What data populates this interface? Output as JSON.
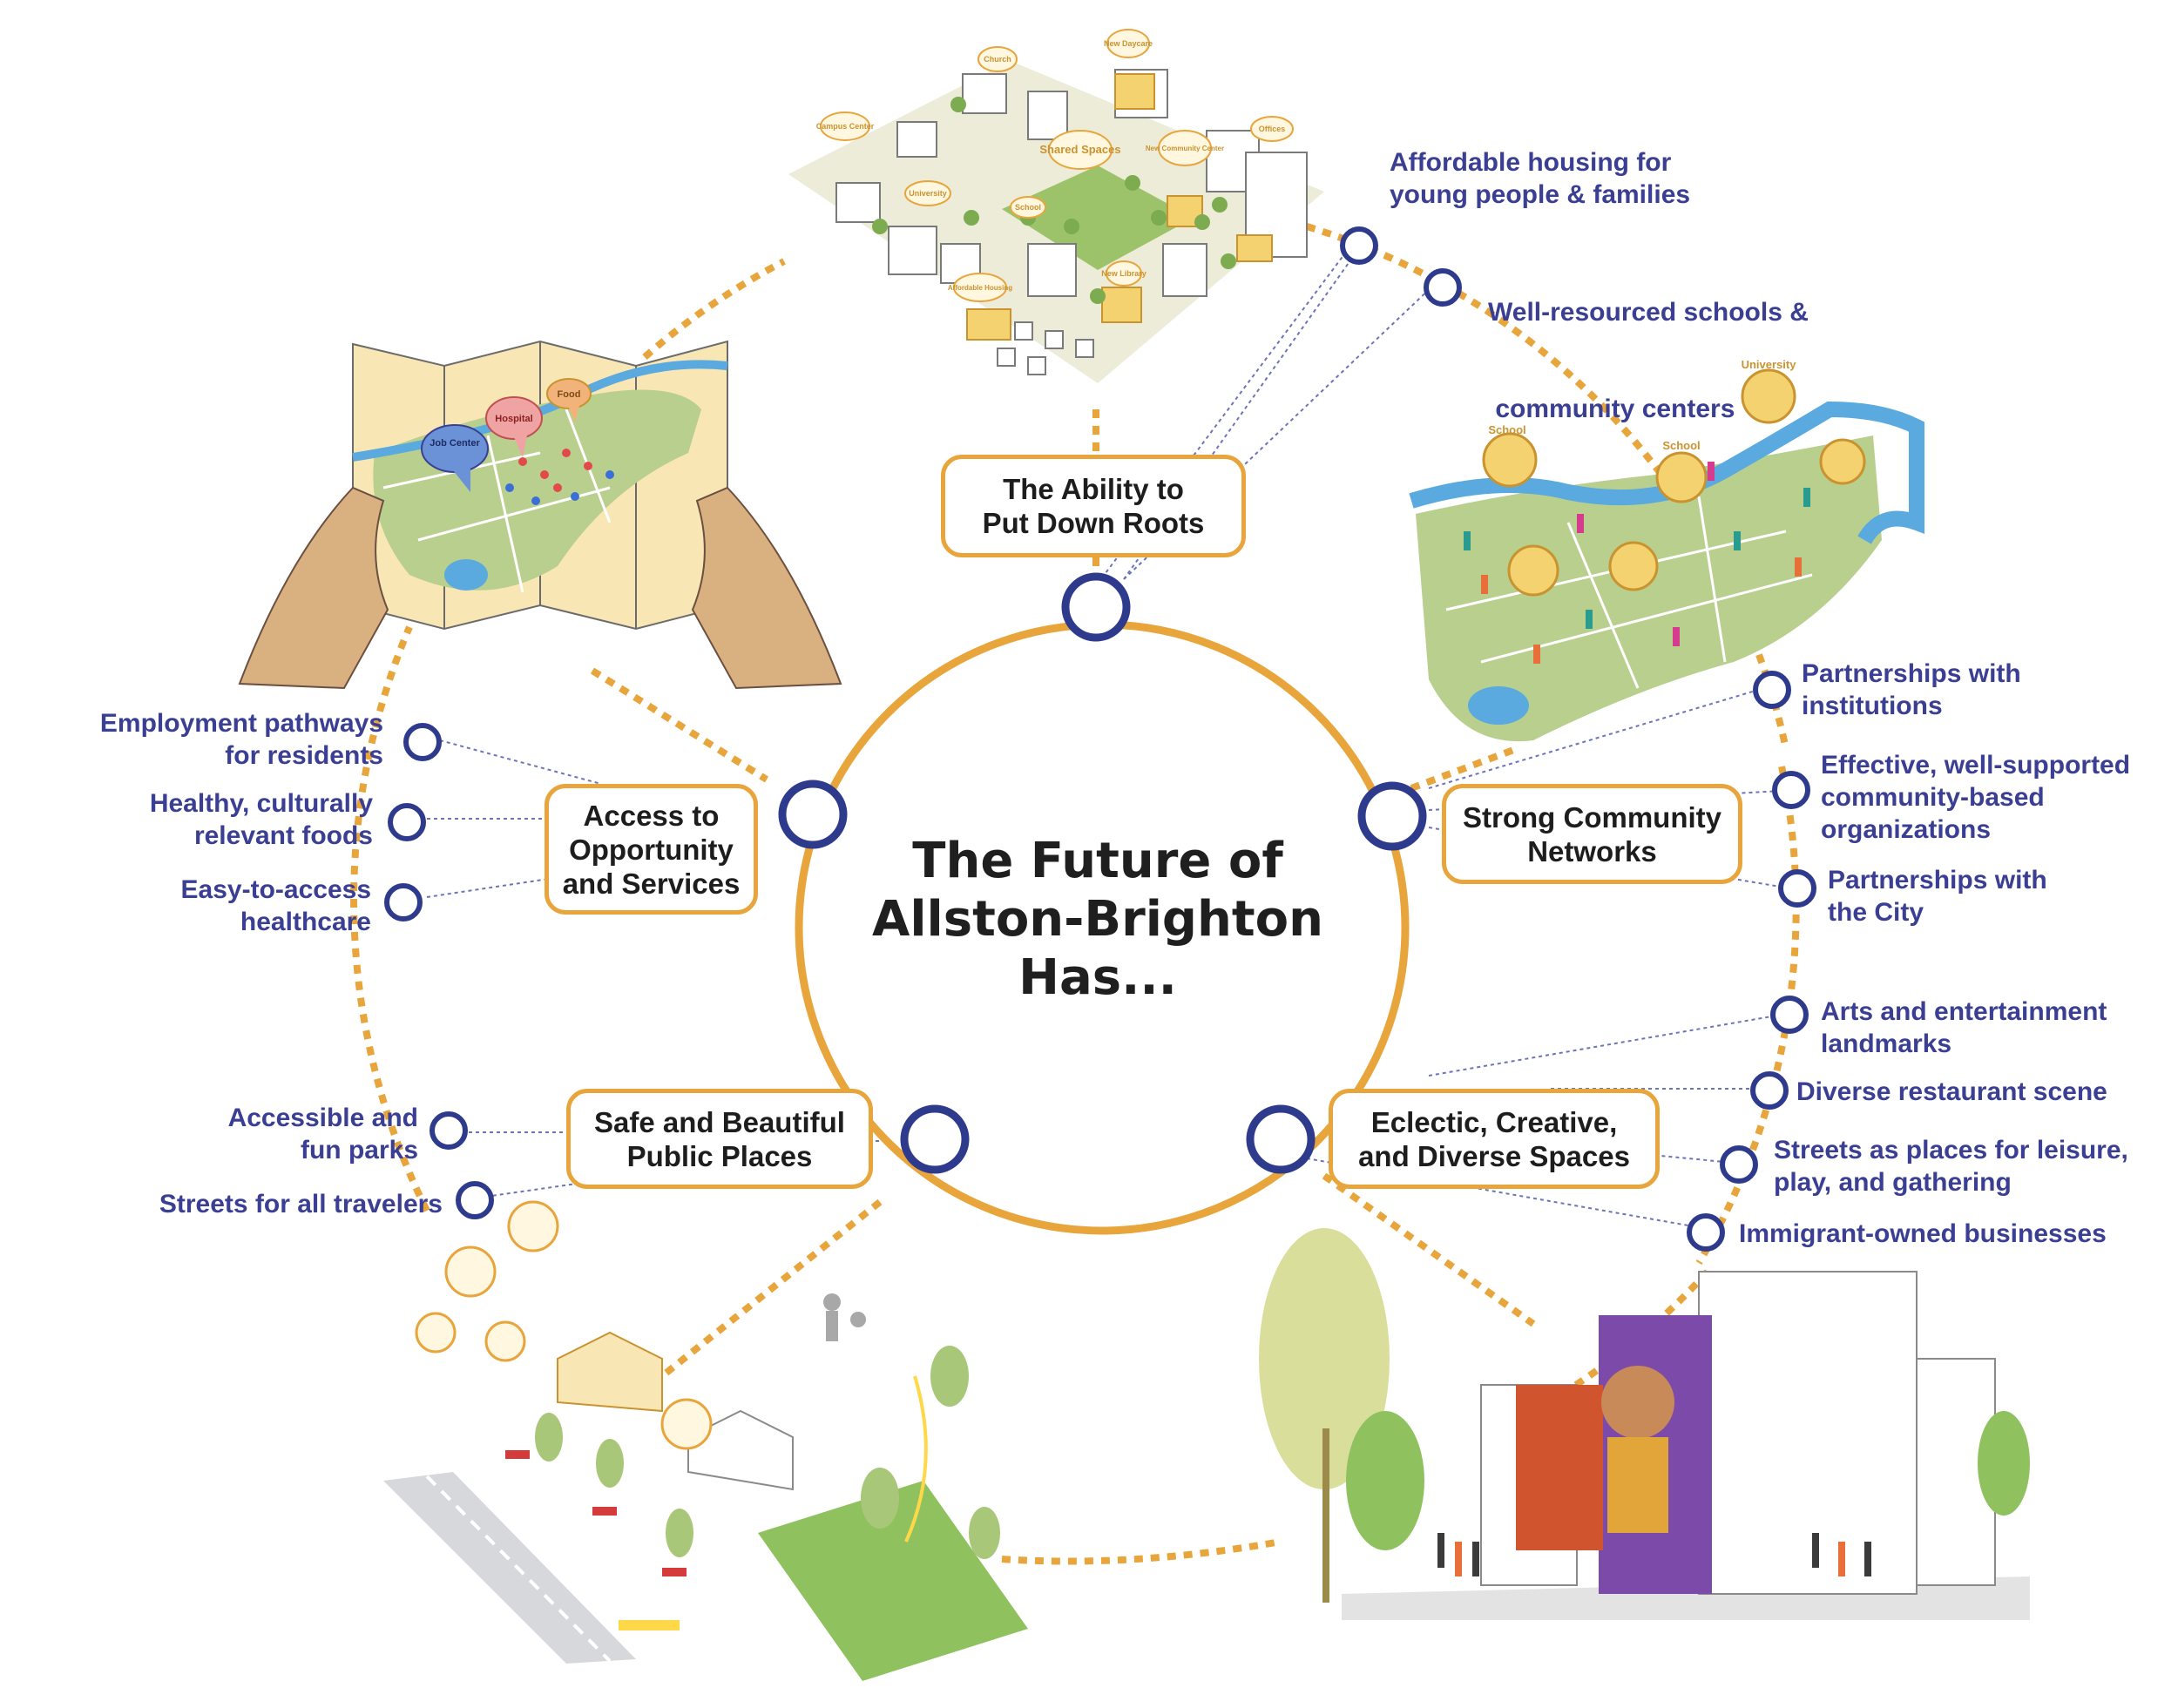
{
  "center": {
    "lines": [
      "The Future of",
      "Allston-Brighton",
      "Has..."
    ]
  },
  "themes": {
    "roots": {
      "lines": [
        "The Ability to",
        "Put Down Roots"
      ]
    },
    "access": {
      "lines": [
        "Access to",
        "Opportunity",
        "and Services"
      ]
    },
    "networks": {
      "lines": [
        "Strong Community",
        "Networks"
      ]
    },
    "safe": {
      "lines": [
        "Safe and Beautiful",
        "Public Places"
      ]
    },
    "eclectic": {
      "lines": [
        "Eclectic, Creative,",
        "and Diverse Spaces"
      ]
    }
  },
  "outcomes": {
    "housing": {
      "lines": [
        "Affordable housing for",
        "young people & families"
      ]
    },
    "schools": {
      "lines": [
        "Well-resourced schools &",
        " community centers"
      ]
    },
    "employment": {
      "lines": [
        "Employment pathways",
        "for residents"
      ]
    },
    "foods": {
      "lines": [
        "Healthy, culturally",
        "relevant foods"
      ]
    },
    "healthcare": {
      "lines": [
        "Easy-to-access",
        "healthcare"
      ]
    },
    "institutions": {
      "lines": [
        "Partnerships with",
        "institutions"
      ]
    },
    "cbo": {
      "lines": [
        "Effective, well-supported",
        "community-based",
        "organizations"
      ]
    },
    "city": {
      "lines": [
        "Partnerships with",
        "the City"
      ]
    },
    "arts": {
      "lines": [
        "Arts and entertainment",
        "landmarks"
      ]
    },
    "restaurants": {
      "lines": [
        "Diverse restaurant scene"
      ]
    },
    "streets_leisure": {
      "lines": [
        "Streets as places for leisure,",
        "play, and gathering"
      ]
    },
    "immigrant": {
      "lines": [
        "Immigrant-owned businesses"
      ]
    },
    "parks": {
      "lines": [
        "Accessible and",
        "fun parks"
      ]
    },
    "streets_travel": {
      "lines": [
        "Streets for all travelers"
      ]
    }
  },
  "illustrations": {
    "neighborhood_labels": [
      "Church",
      "New Daycare",
      "Campus Center",
      "Shared Spaces",
      "New Community Center",
      "Offices",
      "University",
      "School",
      "New Library",
      "Affordable Housing"
    ],
    "map_labels": [
      "Job Center",
      "Hospital",
      "Food"
    ],
    "network_labels": [
      "School",
      "School",
      "University"
    ]
  },
  "colors": {
    "accent_orange": "#e8a53c",
    "node_navy": "#2e3a8c",
    "text_navy": "#3b3f93",
    "map_green": "#b9cf8e",
    "river_blue": "#5aa9df"
  }
}
